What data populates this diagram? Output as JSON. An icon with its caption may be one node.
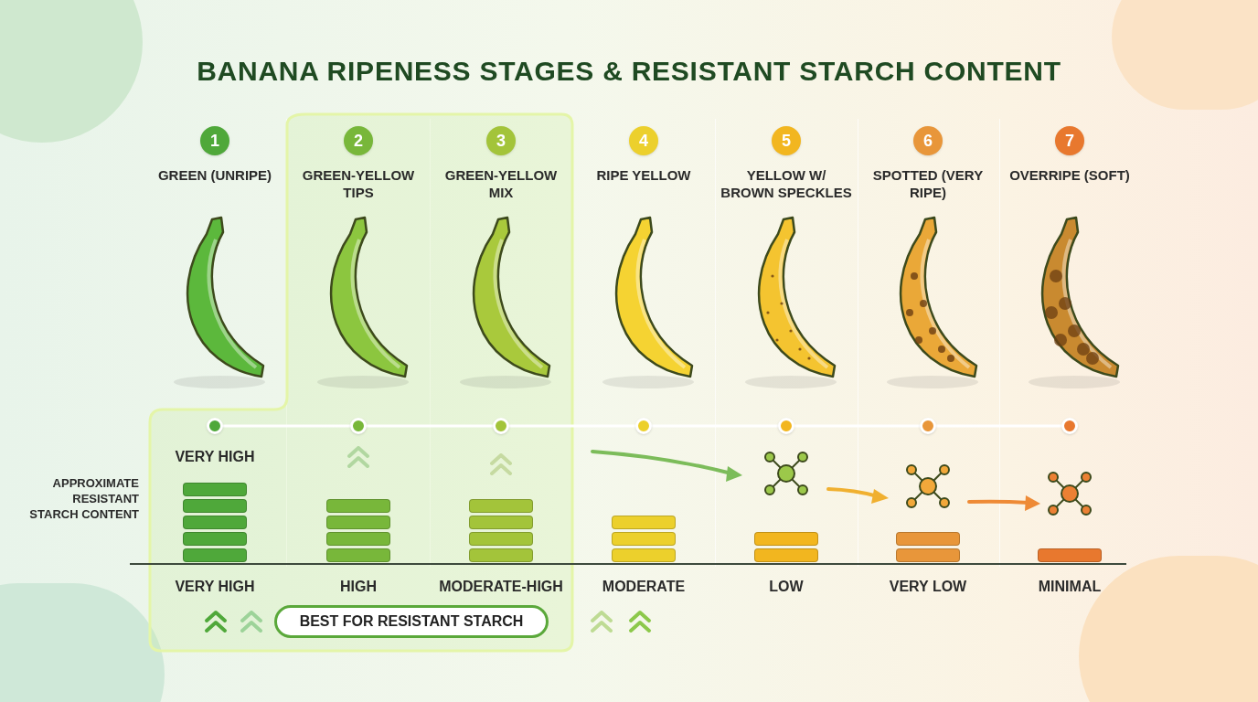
{
  "diagram": {
    "title": "BANANA RIPENESS STAGES & RESISTANT STARCH CONTENT",
    "nodes": [
      {
        "text": [
          "1",
          "GREEN (UNRIPE)"
        ]
      },
      {
        "text": [
          "2",
          "GREEN-YELLOW TIPS"
        ]
      },
      {
        "text": [
          "3",
          "GREEN-YELLOW MIX"
        ]
      },
      {
        "text": [
          "4",
          "RIPE YELLOW"
        ]
      },
      {
        "text": [
          "5",
          "YELLOW W/ BROWN SPECKLES"
        ]
      },
      {
        "text": [
          "6",
          "SPOTTED (VERY RIPE)"
        ]
      },
      {
        "text": [
          "7",
          "OVERRIPE (SOFT)"
        ]
      },
      {
        "text": [],
        "shape": "circle"
      },
      {
        "text": [],
        "shape": "circle"
      },
      {
        "text": [],
        "shape": "circle"
      },
      {
        "text": [],
        "shape": "circle"
      },
      {
        "text": [],
        "shape": "circle"
      },
      {
        "text": [],
        "shape": "circle"
      },
      {
        "text": [],
        "shape": "circle"
      },
      {
        "text": [
          "BEST FOR RESISTANT STARCH"
        ]
      }
    ],
    "edges": [
      {
        "from": 7,
        "to": 8,
        "arrow": "none"
      },
      {
        "from": 8,
        "to": 9,
        "arrow": "none"
      },
      {
        "from": 9,
        "to": 10,
        "arrow": "none"
      },
      {
        "from": 10,
        "to": 11,
        "arrow": "none"
      },
      {
        "from": 11,
        "to": 12,
        "arrow": "none"
      },
      {
        "from": 12,
        "to": 13,
        "arrow": "none"
      }
    ],
    "labels": [
      "APPROXIMATE RESISTANT STARCH CONTENT",
      "VERY HIGH",
      "VERY HIGH",
      "HIGH",
      "MODERATE-HIGH",
      "MODERATE",
      "LOW",
      "VERY LOW",
      "MINIMAL"
    ]
  }
}
